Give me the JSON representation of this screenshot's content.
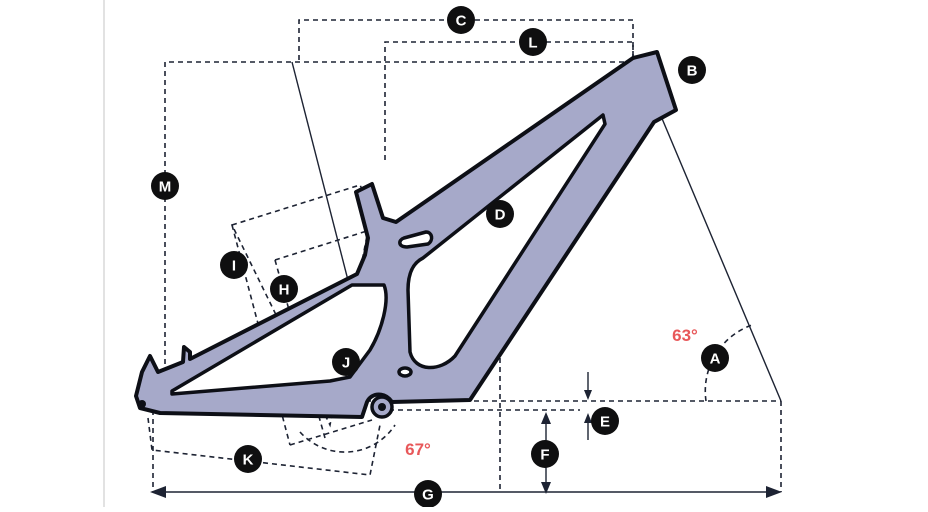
{
  "diagram": {
    "colors": {
      "frame_fill": "#a6a9c9",
      "frame_stroke": "#0d0f16",
      "marker_fill": "#0f0f10",
      "angle_text": "#e8585a"
    },
    "markers": {
      "A": "A",
      "B": "B",
      "C": "C",
      "D": "D",
      "E": "E",
      "F": "F",
      "G": "G",
      "H": "H",
      "I": "I",
      "J": "J",
      "K": "K",
      "L": "L",
      "M": "M"
    },
    "angles": {
      "head_angle": "63°",
      "seat_angle": "67°"
    }
  }
}
